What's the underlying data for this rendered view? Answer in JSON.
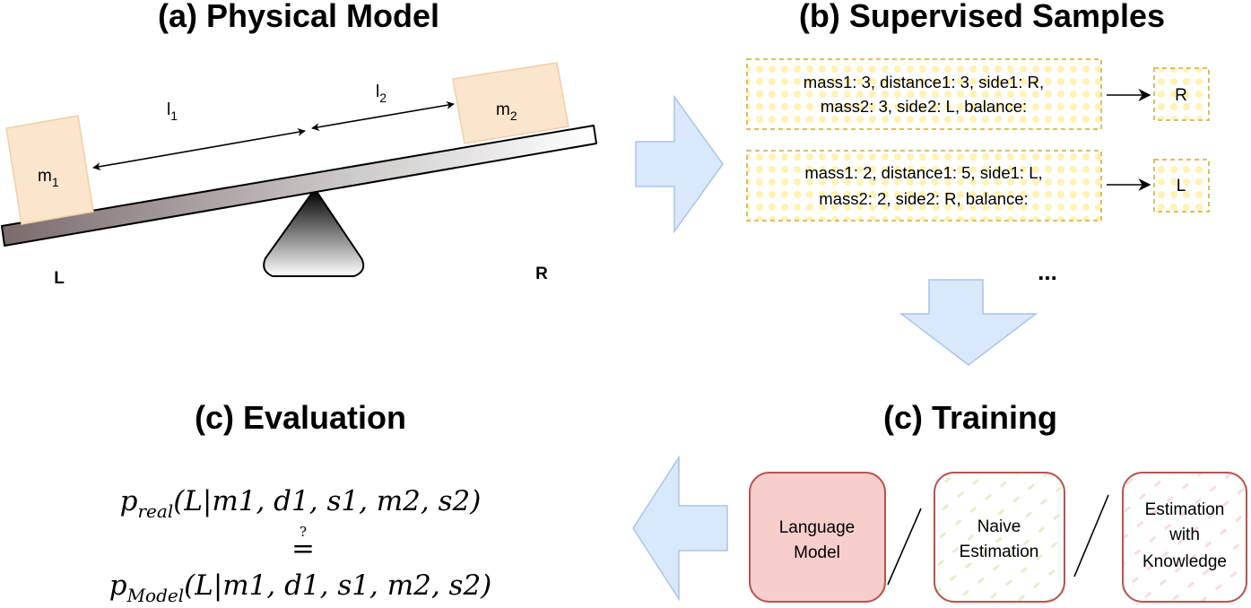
{
  "titles": {
    "physical_model": "(a) Physical Model",
    "supervised_samples": "(b) Supervised Samples",
    "evaluation": "(c) Evaluation",
    "training": "(c) Training"
  },
  "physical_model": {
    "mass_left": {
      "base": "m",
      "sub": "1"
    },
    "mass_right": {
      "base": "m",
      "sub": "2"
    },
    "length_left": {
      "base": "l",
      "sub": "1"
    },
    "length_right": {
      "base": "l",
      "sub": "2"
    },
    "side_left": "L",
    "side_right": "R"
  },
  "samples": [
    {
      "line1": "mass1: 3, distance1: 3, side1: R,",
      "line2": "mass2: 3, side2: L, balance:",
      "label": "R"
    },
    {
      "line1": "mass1: 2, distance1: 5, side1: L,",
      "line2": "mass2: 2, side2: R, balance:",
      "label": "L"
    }
  ],
  "ellipsis": "...",
  "training": {
    "models": [
      {
        "lines": [
          "Language",
          "Model"
        ]
      },
      {
        "lines": [
          "Naive",
          "Estimation"
        ]
      },
      {
        "lines": [
          "Estimation",
          "with",
          "Knowledge"
        ]
      }
    ]
  },
  "evaluation": {
    "real": {
      "p": "p",
      "sub": "real",
      "args": "(L|m1, d1, s1, m2, s2)"
    },
    "model": {
      "p": "p",
      "sub": "Model",
      "args": "(L|m1, d1, s1, m2, s2)"
    },
    "question": "?",
    "equals": "="
  },
  "colors": {
    "mass_fill": "#fce5cd",
    "arrow_fill": "#dae8fc",
    "arrow_stroke": "#a9c4eb",
    "sample_fill": "#fff6cc",
    "sample_stroke": "#d6b656",
    "lm_fill": "#f8cecc",
    "box_stroke": "#b85450"
  }
}
